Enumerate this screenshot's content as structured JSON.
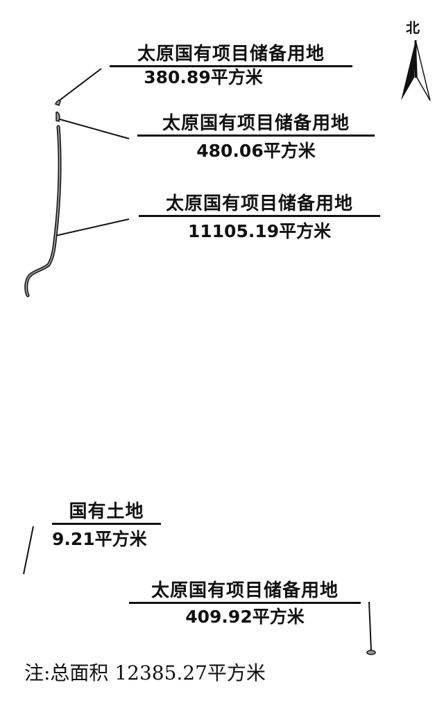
{
  "north_label": "北",
  "parcels": [
    {
      "name": "太原国有项目储备用地",
      "area": "380.89平方米"
    },
    {
      "name": "太原国有项目储备用地",
      "area": "480.06平方米"
    },
    {
      "name": "太原国有项目储备用地",
      "area": "11105.19平方米"
    },
    {
      "name": "国有土地",
      "area": "9.21平方米"
    },
    {
      "name": "太原国有项目储备用地",
      "area": "409.92平方米"
    }
  ],
  "note": "注:总面积 12385.27平方米",
  "colors": {
    "ink": "#111111",
    "parcel_fill": "#9a9a9a"
  }
}
